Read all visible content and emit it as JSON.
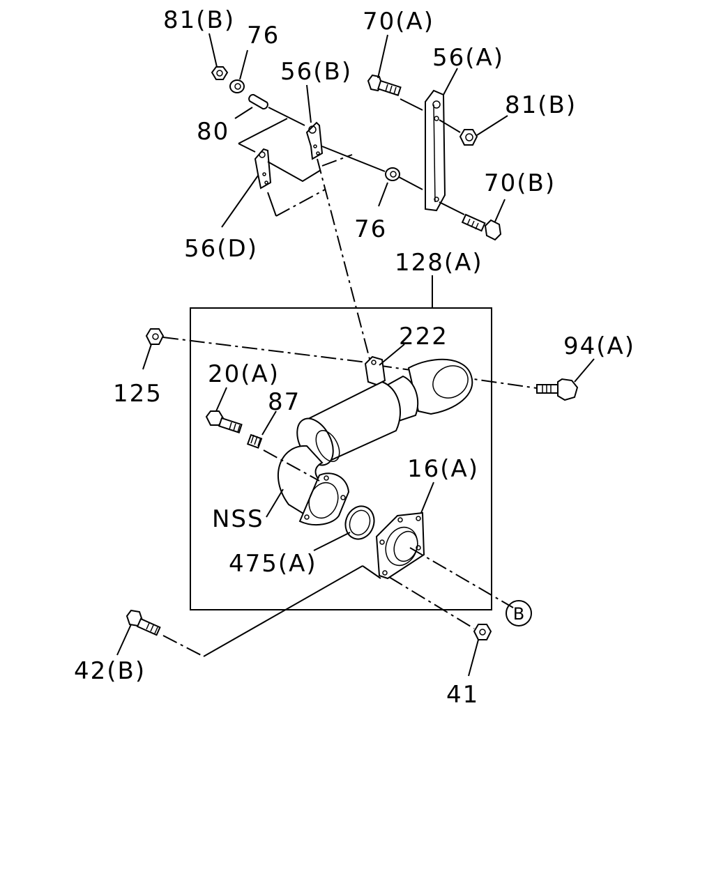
{
  "labels": {
    "l_81b_top": "81(B)",
    "l_76_top": "76",
    "l_70a": "70(A)",
    "l_56a": "56(A)",
    "l_56b": "56(B)",
    "l_81b_right": "81(B)",
    "l_80": "80",
    "l_70b": "70(B)",
    "l_76_mid": "76",
    "l_56d": "56(D)",
    "l_128a": "128(A)",
    "l_222": "222",
    "l_94a": "94(A)",
    "l_125": "125",
    "l_20a": "20(A)",
    "l_87": "87",
    "l_16a": "16(A)",
    "l_nss": "NSS",
    "l_475a": "475(A)",
    "l_b_ref": "B",
    "l_42b": "42(B)",
    "l_41": "41"
  },
  "icons": {
    "nut": "flange-nut-icon",
    "washer": "washer-icon",
    "bolt": "flange-bolt-icon",
    "bracket": "bracket-icon",
    "converter": "catalytic-converter-icon",
    "gasket": "ring-gasket-icon",
    "flange": "exhaust-flange-icon"
  }
}
